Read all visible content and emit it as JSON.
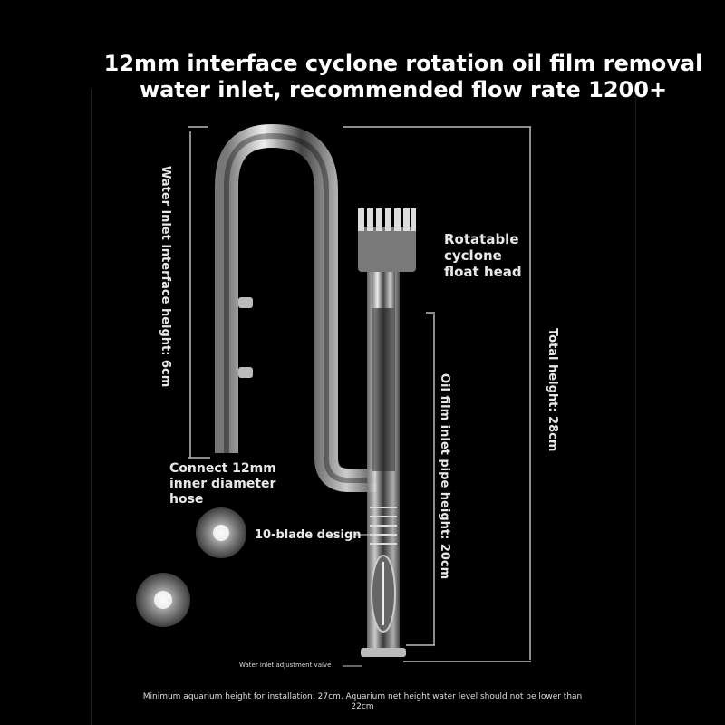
{
  "title": {
    "line1": "12mm interface cyclone rotation oil film removal",
    "line2": "water inlet, recommended flow rate 1200+"
  },
  "labels": {
    "float_head": [
      "Rotatable",
      "cyclone",
      "float head"
    ],
    "hose": [
      "Connect 12mm",
      "inner diameter",
      "hose"
    ],
    "blade": "10-blade design",
    "valve": "Water inlet adjustment valve",
    "inlet_height": "Water inlet interface height: 6cm",
    "oil_height": "Oil film inlet pipe height: 20cm",
    "total_height": "Total height: 28cm"
  },
  "footer": {
    "line1": "Minimum aquarium height for installation: 27cm. Aquarium net height water level should not be lower than",
    "line2": "22cm"
  }
}
